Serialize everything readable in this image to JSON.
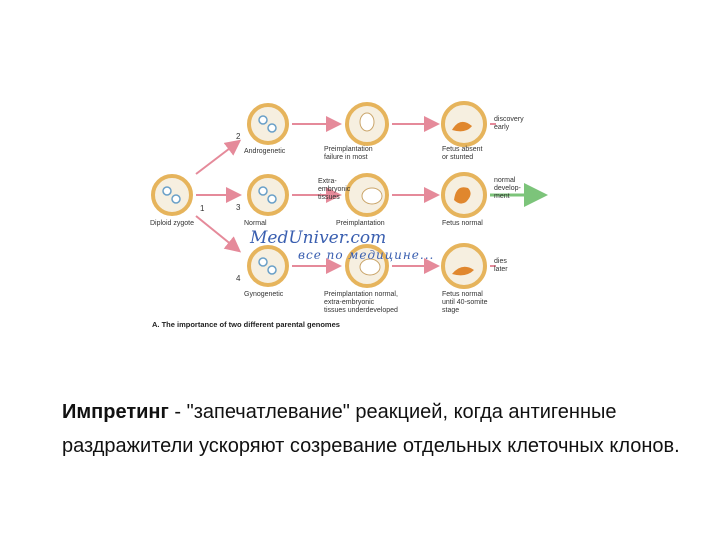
{
  "figure": {
    "stages": {
      "diploid": "Diploid zygote",
      "androgenetic": "Androgenetic",
      "normal": "Normal",
      "gynogenetic": "Gynogenetic",
      "preimp_fail": "Preimplantation\nfailure in most",
      "extra_embryonic": "Extra-\nembryonic\ntissues",
      "preimplantation": "Preimplantation",
      "preimp_normal": "Preimplantation normal,\nextra-embryonic\ntissues underdeveloped",
      "fetus_absent": "Fetus absent\nor stunted",
      "fetus_normal": "Fetus normal",
      "fetus_until": "Fetus normal\nuntil 40-somite\nstage"
    },
    "numbers": {
      "n1": "1",
      "n2": "2",
      "n3": "3",
      "n4": "4"
    },
    "side_notes": {
      "top": "discovery\nearly",
      "middle": "normal\ndevelop-\nment",
      "bottom": "dies\nlater"
    },
    "caption": "A. The importance of two different parental genomes",
    "watermark_main": "MedUniver.com",
    "watermark_sub": "все по медицине..."
  },
  "description": {
    "term": "Импретинг",
    "text": " - \"запечатлевание\" реакцией, когда антигенные раздражители ускоряют созревание отдельных клеточных клонов."
  },
  "colors": {
    "arrow_pink": "#e58a9a",
    "arrow_green": "#7cc47a",
    "cell_ring": "#e6b45c",
    "cell_fill": "#f6efe0",
    "nucleus_blue": "#6aa0c8",
    "embryo_orange": "#e0872e"
  }
}
